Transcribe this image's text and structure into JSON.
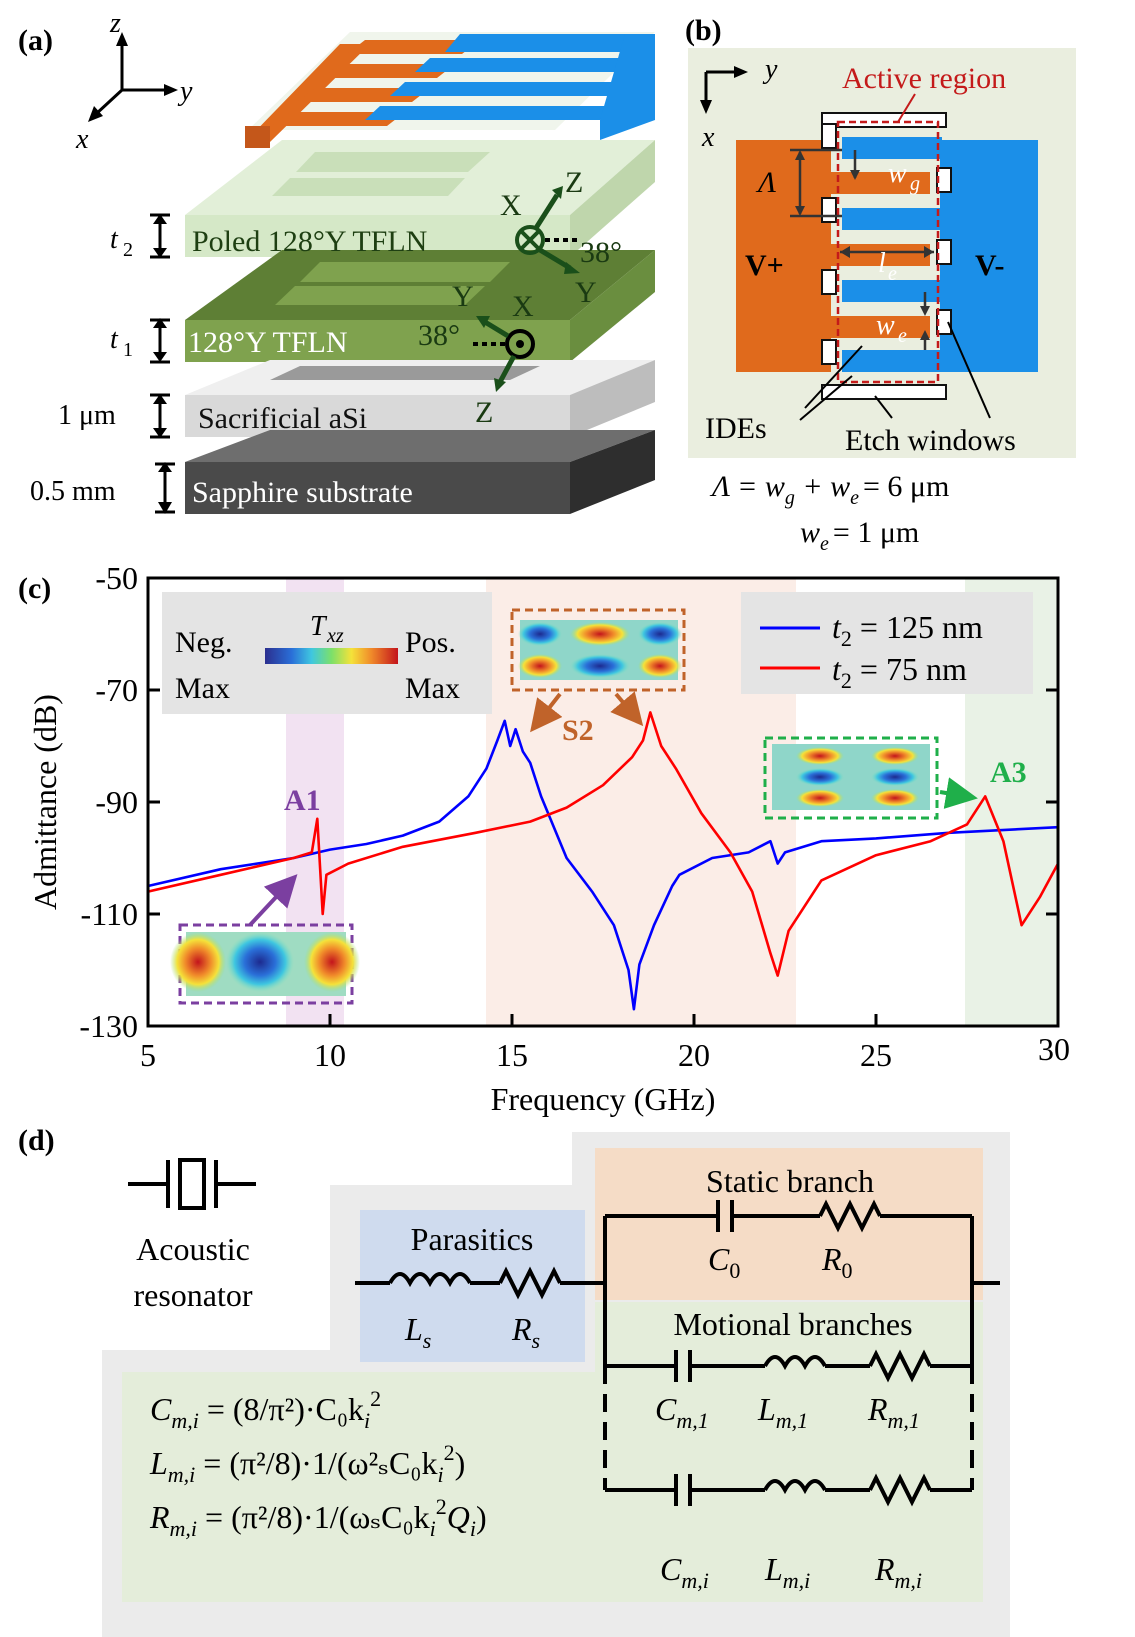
{
  "panel_a": {
    "label": "(a)",
    "axes": {
      "z": "z",
      "y": "y",
      "x": "x"
    },
    "layers": [
      {
        "thickness": "t",
        "thickness_sub": "2",
        "name": "Poled 128°Y TFLN"
      },
      {
        "thickness": "t",
        "thickness_sub": "1",
        "name": "128°Y TFLN"
      },
      {
        "thickness": "1 μm",
        "thickness_sub": "",
        "name": "Sacrificial aSi"
      },
      {
        "thickness": "0.5 mm",
        "thickness_sub": "",
        "name": "Sapphire substrate"
      }
    ],
    "crystal_top": {
      "X": "X",
      "Z": "Z",
      "Y": "Y",
      "angle": "38°"
    },
    "crystal_bottom": {
      "X": "X",
      "Y": "Y",
      "Z": "Z",
      "angle": "38°"
    },
    "colors": {
      "electrode_pos": "#E06A1C",
      "electrode_neg": "#1B8FE8",
      "poled_layer": "#D5E8C7",
      "tfln_layer": "#7FA24E",
      "asi": "#D9D9D9",
      "sapphire": "#4A4A4A"
    }
  },
  "panel_b": {
    "label": "(b)",
    "axes": {
      "y": "y",
      "x": "x"
    },
    "active_region": "Active region",
    "v_plus": "V+",
    "v_minus": "V-",
    "lambda_sym": "Λ",
    "wg": "w",
    "wg_sub": "g",
    "le": "l",
    "le_sub": "e",
    "we": "w",
    "we_sub": "e",
    "ides": "IDEs",
    "etch_windows": "Etch windows",
    "eq1": "Λ = w",
    "eq1_sub1": "g",
    "eq1_mid": " + w",
    "eq1_sub2": "e",
    "eq1_end": "= 6 μm",
    "eq2": "w",
    "eq2_sub": "e",
    "eq2_end": "= 1 μm"
  },
  "panel_c": {
    "label": "(c)",
    "colorbar": {
      "title": "T",
      "title_sub": "xz",
      "neg1": "Neg.",
      "neg2": "Max",
      "pos1": "Pos.",
      "pos2": "Max"
    },
    "modes": {
      "A1": "A1",
      "S2": "S2",
      "A3": "A3"
    },
    "legend": [
      {
        "prefix": "t",
        "sub": "2",
        "text": " = 125 nm",
        "color": "#0000FF"
      },
      {
        "prefix": "t",
        "sub": "2",
        "text": " = 75 nm",
        "color": "#FF0000"
      }
    ],
    "mode_colors": {
      "A1": "#7B3FA0",
      "S2": "#C0632A",
      "A3": "#1FAF4A"
    }
  },
  "chart_data": {
    "type": "line",
    "xlabel": "Frequency (GHz)",
    "ylabel": "Admittance (dB)",
    "xlim": [
      5,
      30
    ],
    "ylim": [
      -130,
      -50
    ],
    "xticks": [
      "5",
      "10",
      "15",
      "20",
      "25",
      "30"
    ],
    "yticks": [
      "-50",
      "-70",
      "-90",
      "-110",
      "-130"
    ],
    "series": [
      {
        "name": "t2 = 125 nm",
        "color": "#0000FF",
        "x": [
          5,
          7,
          9,
          10,
          11,
          12,
          13,
          13.8,
          14.3,
          14.6,
          14.8,
          14.95,
          15.1,
          15.3,
          15.5,
          15.8,
          16.5,
          17.2,
          17.8,
          18.2,
          18.35,
          18.5,
          18.9,
          19.4,
          19.6,
          20.5,
          21.5,
          22.1,
          22.3,
          22.5,
          23.5,
          25,
          27,
          30
        ],
        "y": [
          -105,
          -102,
          -100,
          -98.5,
          -97.5,
          -96,
          -93.5,
          -89,
          -84,
          -79,
          -75.5,
          -80,
          -77,
          -81,
          -83,
          -89,
          -100,
          -106,
          -112,
          -120,
          -127,
          -119,
          -112,
          -105,
          -103,
          -100,
          -99,
          -97,
          -101,
          -99,
          -97,
          -96.5,
          -95.5,
          -94.5
        ]
      },
      {
        "name": "t2 = 75 nm",
        "color": "#FF0000",
        "x": [
          5,
          7,
          9,
          9.5,
          9.65,
          9.8,
          9.9,
          10.5,
          12,
          14,
          15.5,
          16.5,
          17.5,
          18.3,
          18.6,
          18.8,
          19.1,
          19.5,
          20.2,
          21,
          21.6,
          22.1,
          22.3,
          22.6,
          23.5,
          25,
          26.5,
          27.5,
          28,
          28.5,
          29,
          29.5,
          30
        ],
        "y": [
          -106,
          -103,
          -100,
          -99,
          -93,
          -110,
          -103,
          -101,
          -98,
          -95.5,
          -93.5,
          -91,
          -87,
          -82,
          -79,
          -74,
          -80,
          -84,
          -92,
          -99,
          -106,
          -117,
          -121,
          -113,
          -104,
          -99.5,
          -97,
          -94,
          -89,
          -97,
          -112,
          -107,
          -101
        ]
      }
    ]
  },
  "panel_d": {
    "label": "(d)",
    "acoustic1": "Acoustic",
    "acoustic2": "resonator",
    "parasitics": "Parasitics",
    "static_branch": "Static branch",
    "motional_branches": "Motional branches",
    "Ls": "L",
    "Ls_sub": "s",
    "Rs": "R",
    "Rs_sub": "s",
    "C0": "C",
    "C0_sub": "0",
    "R0": "R",
    "R0_sub": "0",
    "Cm1": "C",
    "Cm1_sub": "m,1",
    "Lm1": "L",
    "Lm1_sub": "m,1",
    "Rm1": "R",
    "Rm1_sub": "m,1",
    "Cmi": "C",
    "Cmi_sub": "m,i",
    "Lmi": "L",
    "Lmi_sub": "m,i",
    "Rmi": "R",
    "Rmi_sub": "m,i",
    "eq_c": "C",
    "eq_c_sub": "m,i",
    "eq_c_rhs": " = (8/π²)·C₀k",
    "eq_l": "L",
    "eq_l_sub": "m,i",
    "eq_l_rhs": " = (π²/8)·1/(ω²ₛC₀k",
    "eq_r": "R",
    "eq_r_sub": "m,i",
    "eq_r_rhs": " = (π²/8)·1/(ωₛC₀k",
    "sub_i": "i",
    "sup2": "2",
    "close_l": ")",
    "q": "Q",
    "close_r": ")"
  }
}
